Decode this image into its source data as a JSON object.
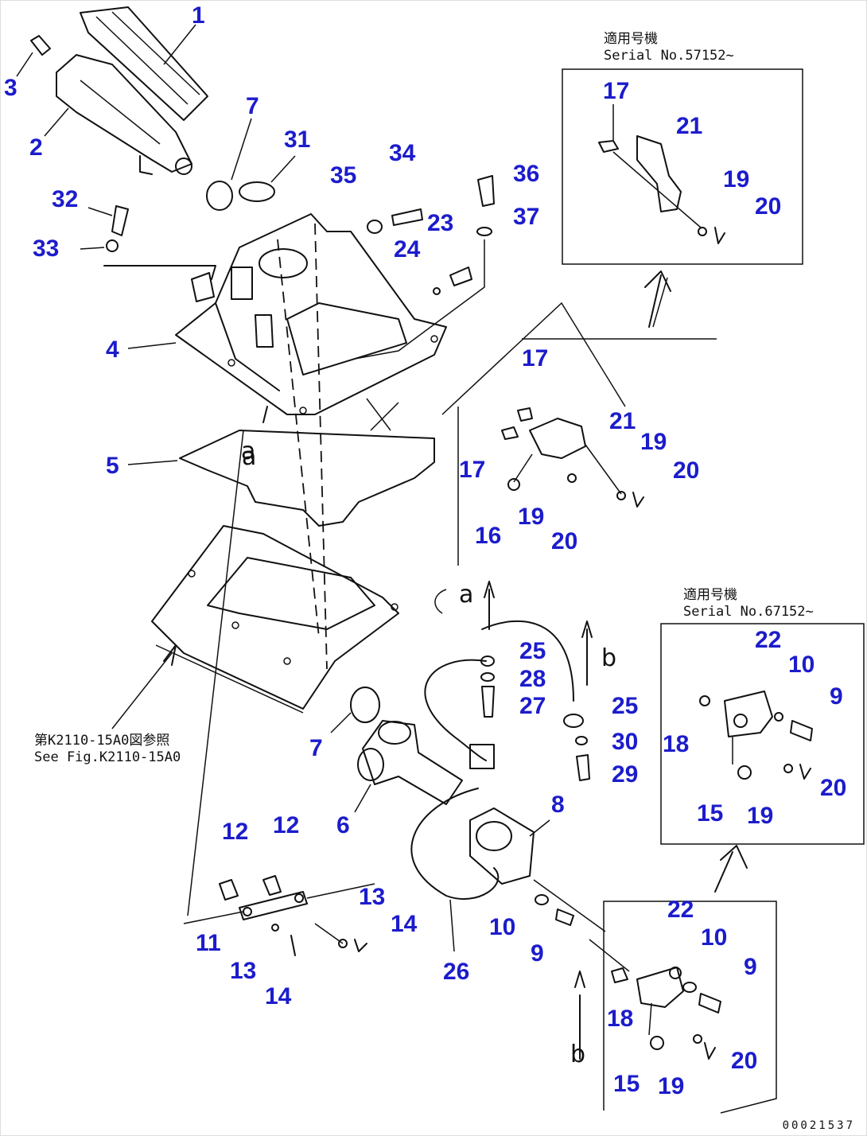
{
  "callouts": [
    {
      "id": "1",
      "text": "1"
    },
    {
      "id": "2",
      "text": "2"
    },
    {
      "id": "3",
      "text": "3"
    },
    {
      "id": "4",
      "text": "4"
    },
    {
      "id": "5",
      "text": "5"
    },
    {
      "id": "6",
      "text": "6"
    },
    {
      "id": "7a",
      "text": "7"
    },
    {
      "id": "7b",
      "text": "7"
    },
    {
      "id": "8",
      "text": "8"
    },
    {
      "id": "9a",
      "text": "9"
    },
    {
      "id": "9b",
      "text": "9"
    },
    {
      "id": "9c",
      "text": "9"
    },
    {
      "id": "10a",
      "text": "10"
    },
    {
      "id": "10b",
      "text": "10"
    },
    {
      "id": "10c",
      "text": "10"
    },
    {
      "id": "11",
      "text": "11"
    },
    {
      "id": "12a",
      "text": "12"
    },
    {
      "id": "12b",
      "text": "12"
    },
    {
      "id": "13a",
      "text": "13"
    },
    {
      "id": "13b",
      "text": "13"
    },
    {
      "id": "14a",
      "text": "14"
    },
    {
      "id": "14b",
      "text": "14"
    },
    {
      "id": "15a",
      "text": "15"
    },
    {
      "id": "15b",
      "text": "15"
    },
    {
      "id": "16",
      "text": "16"
    },
    {
      "id": "17a",
      "text": "17"
    },
    {
      "id": "17b",
      "text": "17"
    },
    {
      "id": "17c",
      "text": "17"
    },
    {
      "id": "18a",
      "text": "18"
    },
    {
      "id": "18b",
      "text": "18"
    },
    {
      "id": "19a",
      "text": "19"
    },
    {
      "id": "19b",
      "text": "19"
    },
    {
      "id": "19c",
      "text": "19"
    },
    {
      "id": "19d",
      "text": "19"
    },
    {
      "id": "19e",
      "text": "19"
    },
    {
      "id": "20a",
      "text": "20"
    },
    {
      "id": "20b",
      "text": "20"
    },
    {
      "id": "20c",
      "text": "20"
    },
    {
      "id": "20d",
      "text": "20"
    },
    {
      "id": "20e",
      "text": "20"
    },
    {
      "id": "21a",
      "text": "21"
    },
    {
      "id": "21b",
      "text": "21"
    },
    {
      "id": "22a",
      "text": "22"
    },
    {
      "id": "22b",
      "text": "22"
    },
    {
      "id": "23",
      "text": "23"
    },
    {
      "id": "24",
      "text": "24"
    },
    {
      "id": "25a",
      "text": "25"
    },
    {
      "id": "25b",
      "text": "25"
    },
    {
      "id": "26",
      "text": "26"
    },
    {
      "id": "27",
      "text": "27"
    },
    {
      "id": "28",
      "text": "28"
    },
    {
      "id": "29",
      "text": "29"
    },
    {
      "id": "30",
      "text": "30"
    },
    {
      "id": "31",
      "text": "31"
    },
    {
      "id": "32",
      "text": "32"
    },
    {
      "id": "33",
      "text": "33"
    },
    {
      "id": "34",
      "text": "34"
    },
    {
      "id": "35",
      "text": "35"
    },
    {
      "id": "36",
      "text": "36"
    },
    {
      "id": "37",
      "text": "37"
    }
  ],
  "notes": {
    "serial_upper": "適用号機\nSerial No.57152~",
    "serial_lower": "適用号機\nSerial No.67152~",
    "figure_ref": "第K2110-15A0図参照\nSee Fig.K2110-15A0"
  },
  "view_markers": {
    "a_upper": "a",
    "a_lower": "a",
    "b_upper": "b",
    "b_lower": "b"
  },
  "drawing_code": "00021537",
  "colors": {
    "callout": "#1c1ccc",
    "linework": "#111111"
  }
}
